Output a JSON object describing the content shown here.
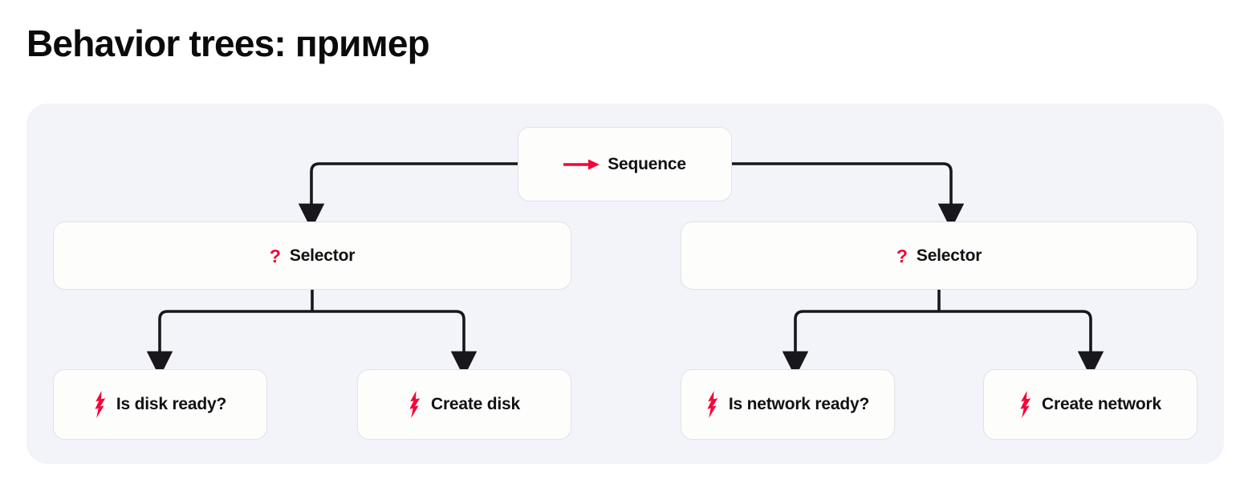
{
  "page": {
    "title": "Behavior trees: пример",
    "background_color": "#ffffff"
  },
  "diagram": {
    "panel_background": "#f2f4f9",
    "card_background": "#fdfdfc",
    "card_border_color": "#e2e2e4",
    "connector_color": "#17171c",
    "accent_color": "#f50537",
    "type": "behavior-tree",
    "root": {
      "id": "sequence",
      "label": "Sequence",
      "icon": "arrow-right-icon",
      "icon_color": "#f50537"
    },
    "selectors": [
      {
        "id": "selector-left",
        "label": "Selector",
        "icon": "question-mark-icon",
        "icon_color": "#f50537",
        "children": [
          {
            "id": "is-disk-ready",
            "label": "Is disk ready?",
            "icon": "lightning-bolt-icon",
            "icon_color": "#f50537"
          },
          {
            "id": "create-disk",
            "label": "Create disk",
            "icon": "lightning-bolt-icon",
            "icon_color": "#f50537"
          }
        ]
      },
      {
        "id": "selector-right",
        "label": "Selector",
        "icon": "question-mark-icon",
        "icon_color": "#f50537",
        "children": [
          {
            "id": "is-network-ready",
            "label": "Is network ready?",
            "icon": "lightning-bolt-icon",
            "icon_color": "#f50537"
          },
          {
            "id": "create-network",
            "label": "Create network",
            "icon": "lightning-bolt-icon",
            "icon_color": "#f50537"
          }
        ]
      }
    ]
  }
}
